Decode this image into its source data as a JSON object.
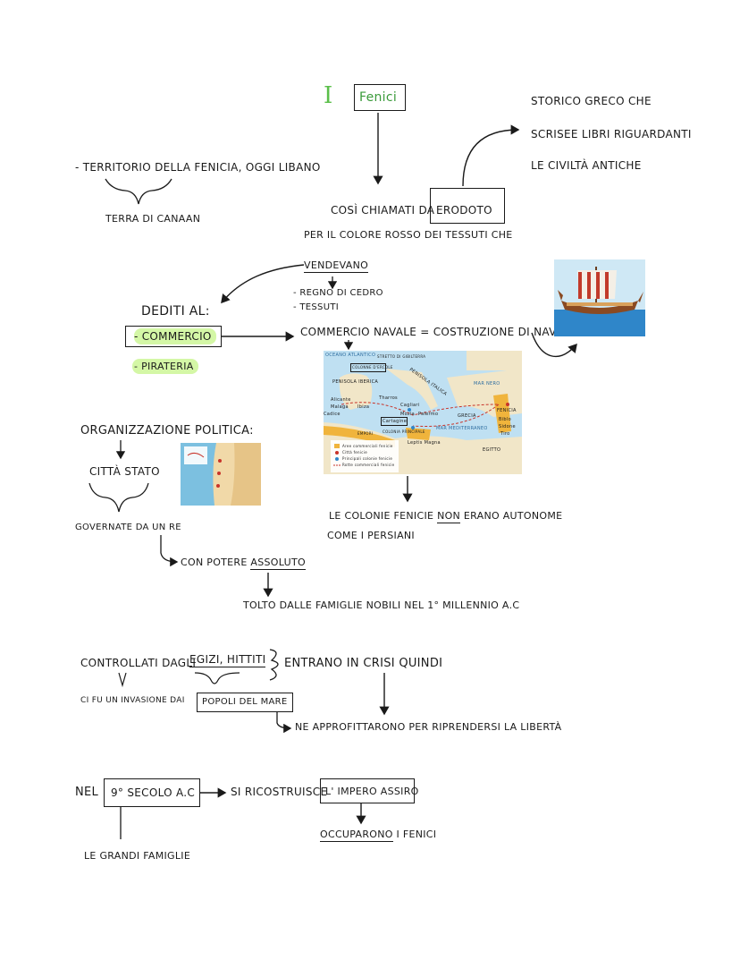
{
  "header": {
    "numeral": "I",
    "title": "Fenici"
  },
  "notes": {
    "storico_1": "Storico greco che",
    "storico_2": "scrisee libri riguardanti",
    "storico_3": "le civiltà antiche",
    "territorio": "- Territorio della Fenicia, oggi Libano",
    "terra": "terra di Canaan",
    "chiamati": "Così chiamati da",
    "erodoto": "Erodoto",
    "colore": "per il colore rosso dei tessuti che",
    "vendevano": "vendevano",
    "vend_1": "- regno di cedro",
    "vend_2": "- tessuti",
    "dediti": "Dediti al:",
    "commercio": "- commercio",
    "pirateria": "- pirateria",
    "navale": "Commercio navale = costruzione di navi",
    "org": "Organizzazione politica:",
    "citta": "città stato",
    "governate": "Governate da un Re",
    "potere_a": "con potere ",
    "potere_b": "assoluto",
    "tolto": "Tolto dalle famiglie nobili nel 1° millennio a.C",
    "colonie_1a": "Le colonie Fenicie ",
    "colonie_1b": "non",
    "colonie_1c": " erano autonome",
    "colonie_2": "come i Persiani",
    "controllati": "Controllati dagli",
    "egizi": "Egizi, Hittiti",
    "entrano": "entrano in crisi quindi",
    "invasione": "ci fu un invasione dai",
    "popoli": "Popoli del mare",
    "approfittarono": "ne approfittarono per riprendersi la libertà",
    "nel": "Nel",
    "secolo": "9° secolo a.C",
    "ricostruisce": "Si ricostruisce",
    "impero": "L' impero Assiro",
    "occuparono_a": "occuparono",
    "occuparono_b": " i Fenici",
    "famiglie": "Le grandi famiglie"
  },
  "map": {
    "oceano": "OCEANO ATLANTICO",
    "stretto": "STRETTO DI GIBILTERRA",
    "colonne": "Colonne d'Ercole",
    "penisola_iberica": "PENISOLA IBERICA",
    "penisola_italica": "PENISOLA ITALICA",
    "mar_nero": "MAR NERO",
    "fenicia": "FENICIA",
    "biblo": "Biblo",
    "sidone": "Sidone",
    "tiro": "Tiro",
    "grecia": "GRECIA",
    "mediterraneo": "MAR MEDITERRANEO",
    "cartagine": "Cartagine",
    "colonia": "COLONIA PRINCIPALE",
    "egitto": "EGITTO",
    "leptis": "Leptis Magna",
    "alicante": "Alicante",
    "malaga": "Malaga",
    "cadice": "Cadice",
    "ibiza": "Ibiza",
    "tharros": "Tharros",
    "cagliari": "Cagliari",
    "mozia": "Mozia",
    "palermo": "Palermo",
    "empori": "EMPORI",
    "legend_1": "Aree commerciali fenicie",
    "legend_2": "Città fenicie",
    "legend_3": "Principali colonie fenicie",
    "legend_4": "Rotte commerciali fenicie"
  },
  "colors": {
    "highlight": "#d4f7a6",
    "title_green": "#5bbf4a",
    "sea": "#bfe0f2",
    "land": "#f1e6c8",
    "area": "#f0b43c"
  }
}
